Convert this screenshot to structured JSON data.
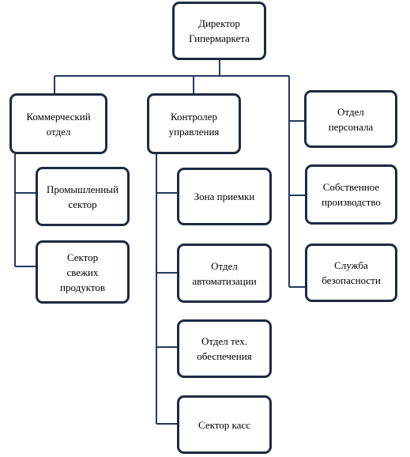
{
  "diagram": {
    "director": "Директор\nГипермаркета",
    "commercial": "Коммерческий\nотдел",
    "industrial": "Промышленный\nсектор",
    "fresh": "Сектор\nсвежих\nпродуктов",
    "controller": "Контролер\nуправления",
    "receiving": "Зона приемки",
    "automation": "Отдел\nавтоматизации",
    "maintenance": "Отдел тех.\nобеспечения",
    "checkout": "Сектор касс",
    "personnel": "Отдел\nперсонала",
    "production": "Собственное\nпроизводство",
    "security": "Служба\nбезопасности"
  },
  "colors": {
    "box_border": "#1f2a40",
    "connector": "#243a5e"
  }
}
